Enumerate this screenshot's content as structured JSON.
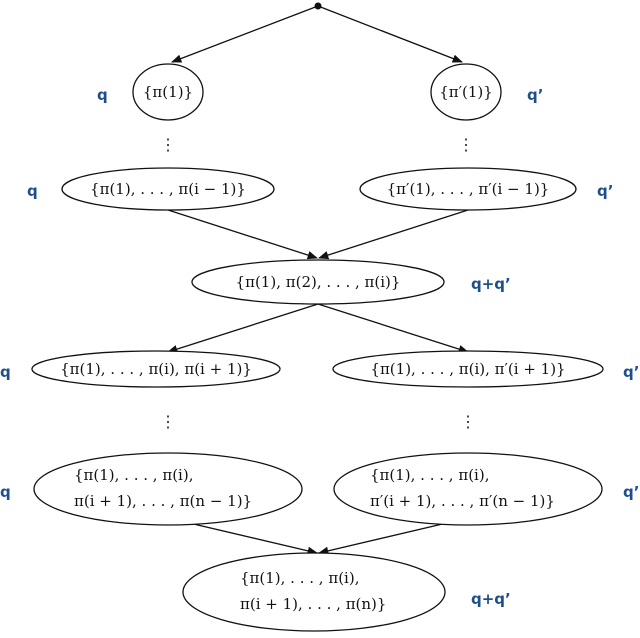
{
  "colors": {
    "weight_label": "#1f4e8c",
    "stroke": "#111111"
  },
  "nodes": {
    "pi_1": "{π(1)}",
    "pi_prime_1": "{π′(1)}",
    "pi_to_i_minus_1": "{π(1), . . . , π(i − 1)}",
    "pi_prime_to_i_minus_1": "{π′(1), . . . , π′(i − 1)}",
    "pi_to_i": "{π(1), π(2), . . . , π(i)}",
    "pi_to_i_plus_1": "{π(1), . . . , π(i), π(i + 1)}",
    "pi_to_i_pi_prime_i_plus_1": "{π(1), . . . , π(i), π′(i + 1)}",
    "pi_to_n_minus_1": {
      "line1": "{π(1), . . . , π(i),",
      "line2": "π(i + 1), . . . , π(n − 1)}"
    },
    "pi_prime_to_n_minus_1": {
      "line1": "{π(1), . . . , π(i),",
      "line2": "π′(i + 1), . . . , π′(n − 1)}"
    },
    "pi_to_n": {
      "line1": "{π(1), . . . , π(i),",
      "line2": "π(i + 1), . . . , π(n)}"
    }
  },
  "weights": {
    "q": "q",
    "q_prime": "q’",
    "q_plus_q_prime": "q+q’"
  },
  "ellipsis": "⋮"
}
